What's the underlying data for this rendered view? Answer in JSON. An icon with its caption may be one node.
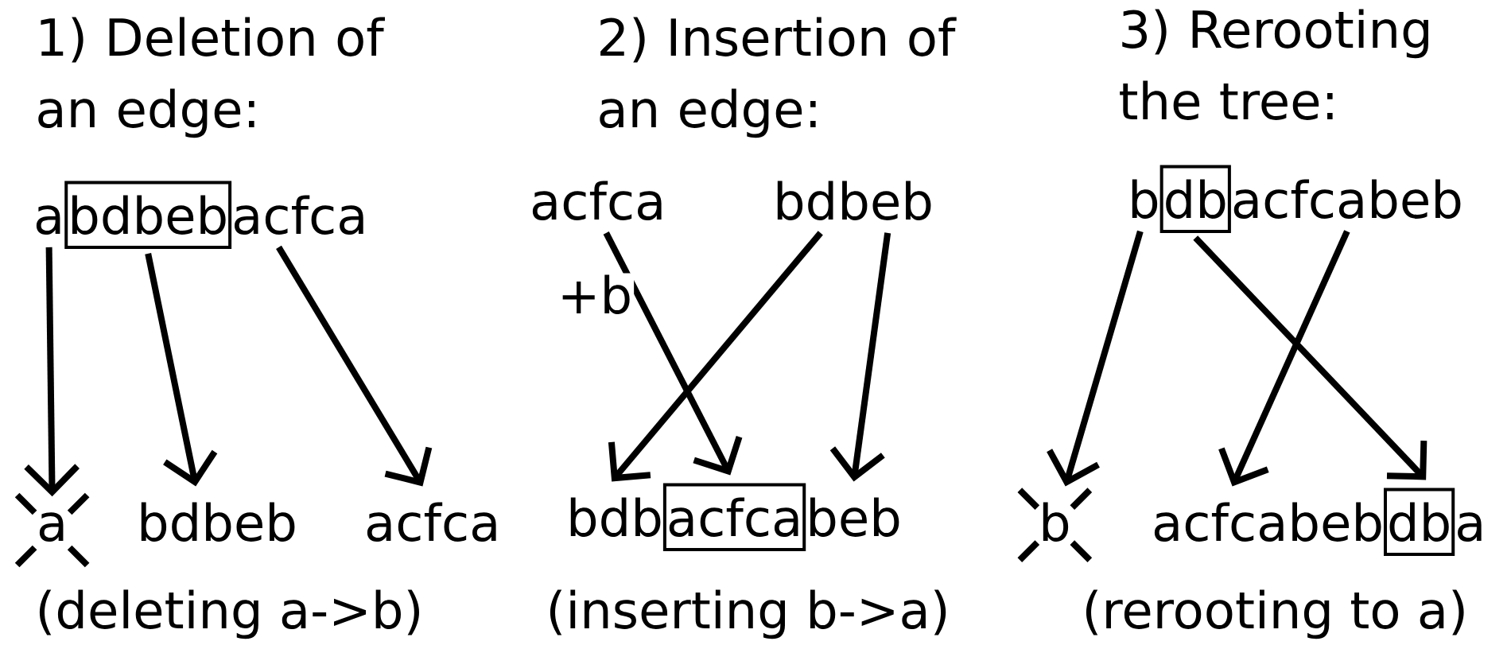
{
  "diagram": {
    "nodes": [
      {
        "text": [
          "a"
        ]
      },
      {
        "text": [
          "bdbeb"
        ]
      },
      {
        "text": [
          "acfca"
        ]
      },
      {
        "text": [
          "a"
        ]
      },
      {
        "text": [
          "bdbeb"
        ]
      },
      {
        "text": [
          "acfca"
        ]
      },
      {
        "text": [
          "acfca"
        ]
      },
      {
        "text": [
          "bdbeb"
        ]
      },
      {
        "text": [
          "bdb"
        ]
      },
      {
        "text": [
          "acfca"
        ]
      },
      {
        "text": [
          "beb"
        ]
      },
      {
        "text": [
          "b"
        ]
      },
      {
        "text": [
          "db"
        ]
      },
      {
        "text": [
          "acfcabeb"
        ]
      },
      {
        "text": [
          "b"
        ]
      },
      {
        "text": [
          "acfcabeb"
        ]
      },
      {
        "text": [
          "db"
        ],
        "beside": [
          "a"
        ]
      }
    ],
    "edges": [
      {
        "from": 0,
        "to": 3,
        "arrow": "to"
      },
      {
        "from": 1,
        "to": 4,
        "arrow": "to"
      },
      {
        "from": 2,
        "to": 5,
        "arrow": "to"
      },
      {
        "from": 6,
        "to": 9,
        "arrow": "to",
        "label": "+b"
      },
      {
        "from": 7,
        "to": 8,
        "arrow": "to"
      },
      {
        "from": 7,
        "to": 10,
        "arrow": "to"
      },
      {
        "from": 11,
        "to": 14,
        "arrow": "to"
      },
      {
        "from": 12,
        "to": 16,
        "arrow": "to"
      },
      {
        "from": 13,
        "to": 15,
        "arrow": "to"
      }
    ],
    "labels": [
      "1) Deletion of an edge:",
      "2) Insertion of an edge:",
      "3) Rerooting the tree:",
      "(deleting a->b)",
      "(inserting b->a)",
      "(rerooting to a)"
    ]
  }
}
